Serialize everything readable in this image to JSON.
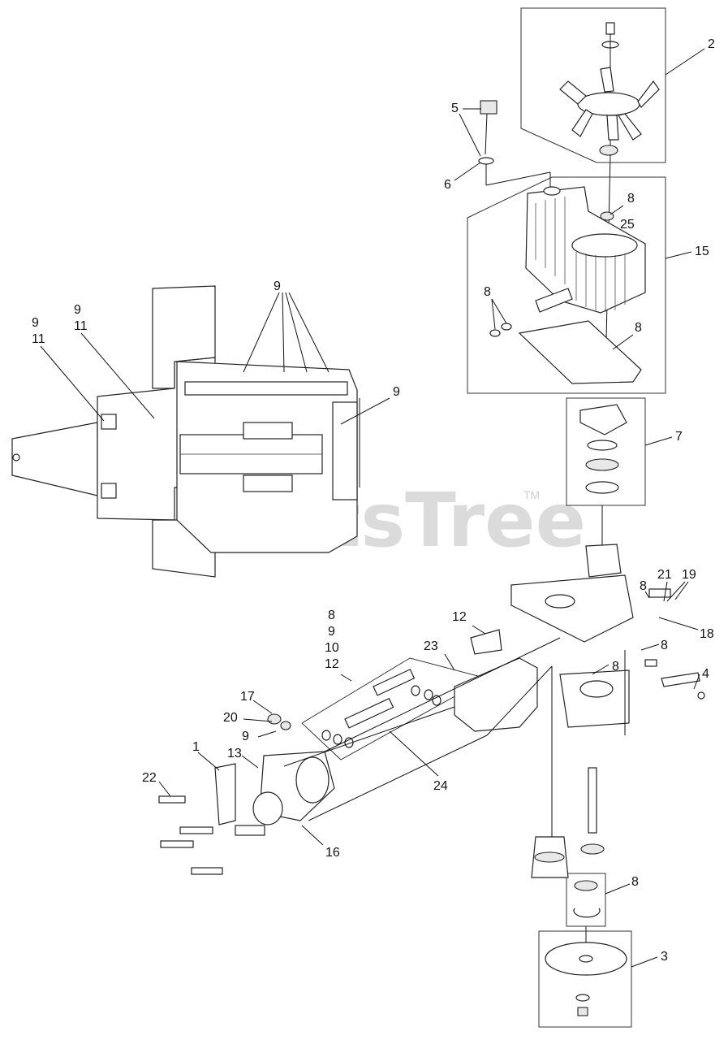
{
  "watermark": {
    "text": "PartsTree",
    "trademark": "TM"
  },
  "callouts": {
    "c1": "1",
    "c2": "2",
    "c3": "3",
    "c4": "4",
    "c5": "5",
    "c6": "6",
    "c7": "7",
    "c8_fan": "8",
    "c8_seals": "8",
    "c8_gasket": "8",
    "c8_valve": "8",
    "c8_side": "8",
    "c8_pin": "8",
    "c8_bearing": "8",
    "c8_group": "8",
    "c9_group": "9",
    "c10_group": "10",
    "c12_group": "12",
    "c9_top": "9",
    "c9_right": "9",
    "c9_left1": "9",
    "c11_left1": "11",
    "c9_left2": "9",
    "c11_left2": "11",
    "c9_small": "9",
    "c12": "12",
    "c13": "13",
    "c15": "15",
    "c16": "16",
    "c17": "17",
    "c18": "18",
    "c19": "19",
    "c20": "20",
    "c21": "21",
    "c22": "22",
    "c23": "23",
    "c24": "24",
    "c25": "25"
  }
}
